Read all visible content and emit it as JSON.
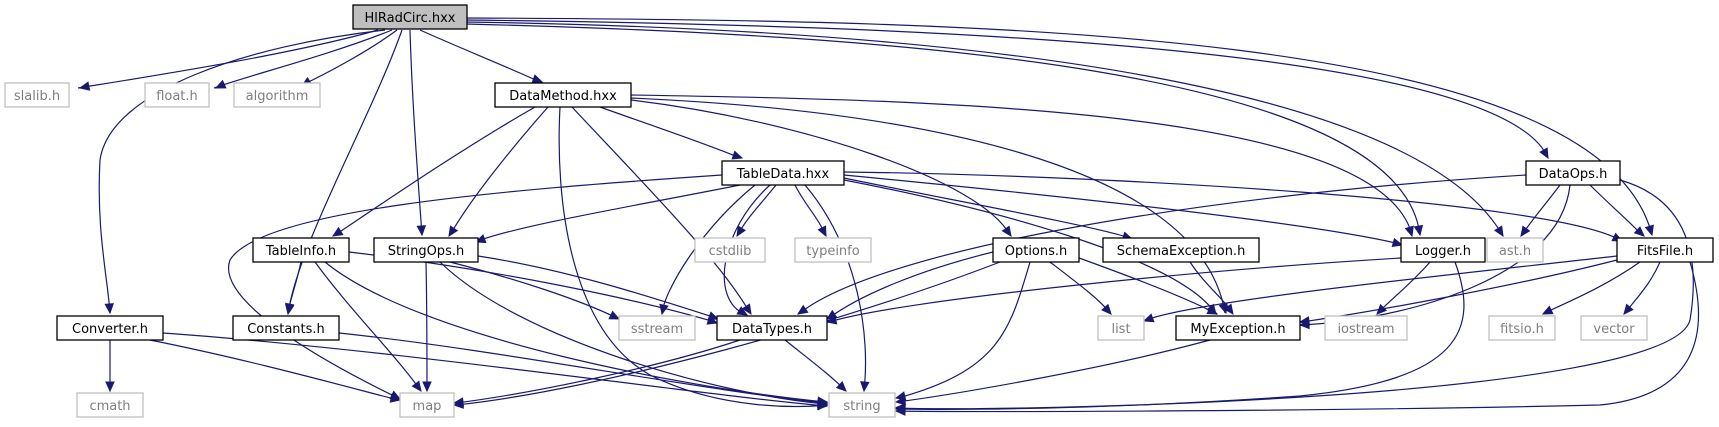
{
  "colors": {
    "edge": "#191970",
    "root_fill": "#bfbfbf",
    "doc_stroke": "#000000",
    "ext_stroke": "#bfbfbf",
    "ext_text": "#7f7f7f"
  },
  "nodes": {
    "hlradcirc": {
      "label": "HlRadCirc.hxx"
    },
    "slalib": {
      "label": "slalib.h"
    },
    "float": {
      "label": "float.h"
    },
    "algorithm": {
      "label": "algorithm"
    },
    "datamethod": {
      "label": "DataMethod.hxx"
    },
    "dataops": {
      "label": "DataOps.h"
    },
    "tabledata": {
      "label": "TableData.hxx"
    },
    "tableinfo": {
      "label": "TableInfo.h"
    },
    "stringops": {
      "label": "StringOps.h"
    },
    "cstdlib": {
      "label": "cstdlib"
    },
    "typeinfo": {
      "label": "typeinfo"
    },
    "options": {
      "label": "Options.h"
    },
    "schemaexception": {
      "label": "SchemaException.h"
    },
    "logger": {
      "label": "Logger.h"
    },
    "ast": {
      "label": "ast.h"
    },
    "fitsfile": {
      "label": "FitsFile.h"
    },
    "converter": {
      "label": "Converter.h"
    },
    "constants": {
      "label": "Constants.h"
    },
    "sstream": {
      "label": "sstream"
    },
    "datatypes": {
      "label": "DataTypes.h"
    },
    "list": {
      "label": "list"
    },
    "myexception": {
      "label": "MyException.h"
    },
    "iostream": {
      "label": "iostream"
    },
    "fitsio": {
      "label": "fitsio.h"
    },
    "vector": {
      "label": "vector"
    },
    "cmath": {
      "label": "cmath"
    },
    "map": {
      "label": "map"
    },
    "string": {
      "label": "string"
    }
  }
}
